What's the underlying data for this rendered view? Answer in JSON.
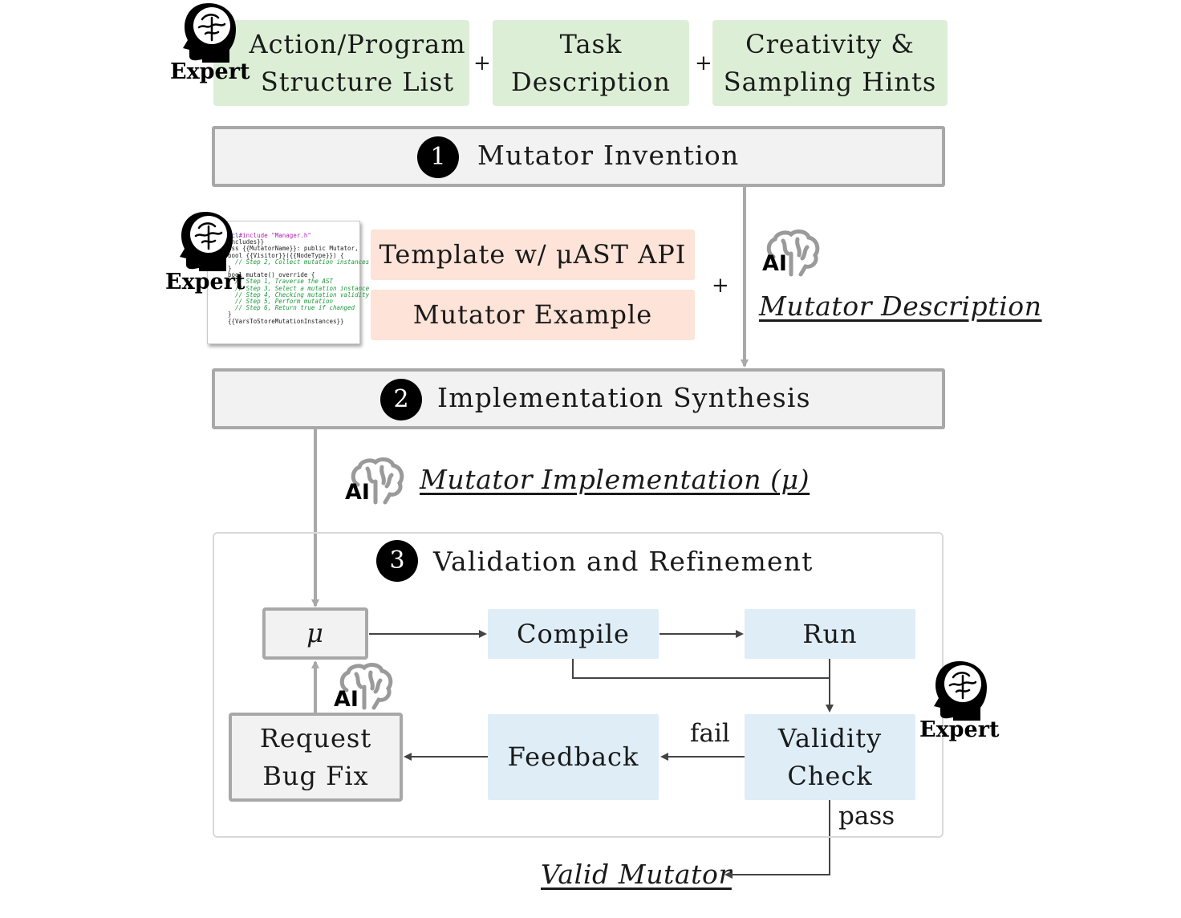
{
  "inputs": {
    "action_list": "Action/Program\nStructure List",
    "task_description": "Task\nDescription",
    "creativity_hints": "Creativity &\nSampling Hints",
    "plus": "+"
  },
  "stages": {
    "s1": {
      "number": "1",
      "label": "Mutator Invention"
    },
    "s2": {
      "number": "2",
      "label": "Implementation Synthesis"
    },
    "s3": {
      "number": "3",
      "label": "Validation and Refinement"
    }
  },
  "actors": {
    "expert": "Expert",
    "ai": "AI"
  },
  "synthesis_inputs": {
    "template": "Template w/ μAST API",
    "example": "Mutator Example",
    "plus": "+"
  },
  "code_card": {
    "lines": [
      "#include \"Manager.h\"",
      "{{Includes}}",
      "",
      "class {{MutatorName}}: public Mutator,",
      "  bool {{Visitor}}({{NodeType}}) {",
      "    // Step 2, Collect mutation instances",
      "  }",
      "  bool mutate() override {",
      "    // Step 1, Traverse the AST",
      "    // Step 3, Select a mutation instance",
      "    // Step 4, Checking mutation validity",
      "    // Step 5, Perform mutation",
      "    // Step 6, Return true if changed",
      "  }",
      "  {{VarsToStoreMutationInstances}}"
    ]
  },
  "outputs": {
    "mutator_description": "Mutator Description",
    "mutator_implementation": "Mutator Implementation (μ)",
    "valid_mutator": "Valid Mutator"
  },
  "loop": {
    "mu": "μ",
    "compile": "Compile",
    "run": "Run",
    "validity_check": "Validity\nCheck",
    "feedback": "Feedback",
    "request_bug_fix": "Request\nBug Fix",
    "fail": "fail",
    "pass": "pass"
  },
  "colors": {
    "input_green": "#dcefd6",
    "synthesis_peach": "#fde3d8",
    "loop_blue": "#deedf6",
    "stage_fill": "#f2f2f2",
    "stage_border": "#a8a8a8",
    "arrow": "#444444"
  }
}
